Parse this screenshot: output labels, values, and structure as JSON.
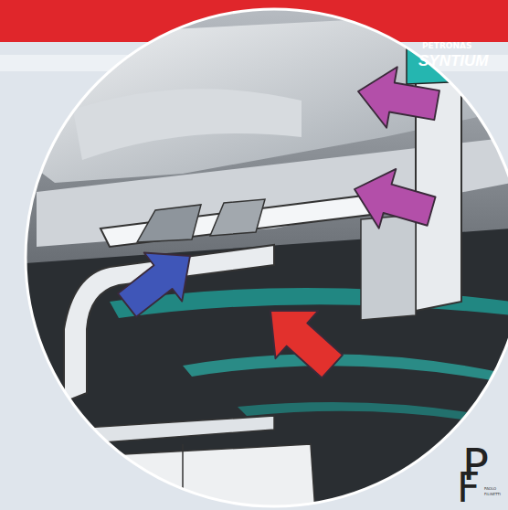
{
  "diagram": {
    "labels": [
      "PETRONAS",
      "SYNTIUM",
      "P",
      "F",
      "PAOLO",
      "FILISETTI"
    ]
  }
}
